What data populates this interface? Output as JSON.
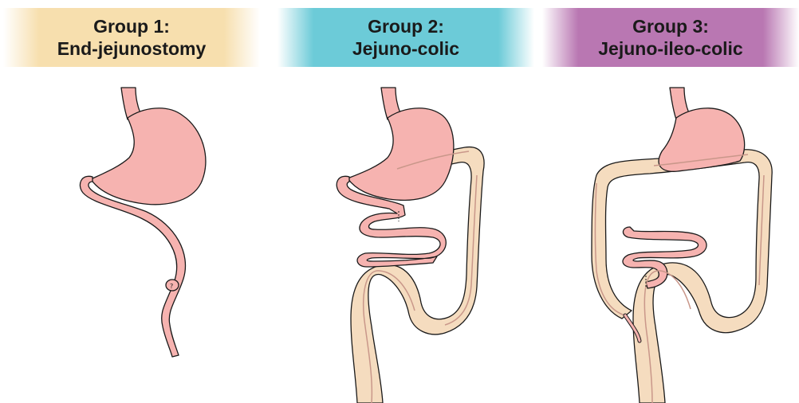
{
  "groups": [
    {
      "title": "Group 1:",
      "subtitle": "End-jejunostomy",
      "color": "#f7dfae"
    },
    {
      "title": "Group 2:",
      "subtitle": "Jejuno-colic",
      "color": "#6ccbd8"
    },
    {
      "title": "Group 3:",
      "subtitle": "Jejuno-ileo-colic",
      "color": "#b977b2"
    }
  ],
  "colors": {
    "stomach": "#f6b3b0",
    "colon": "#f5dcbf",
    "outline": "#1a1a1a",
    "stripe": "#c9978a"
  }
}
